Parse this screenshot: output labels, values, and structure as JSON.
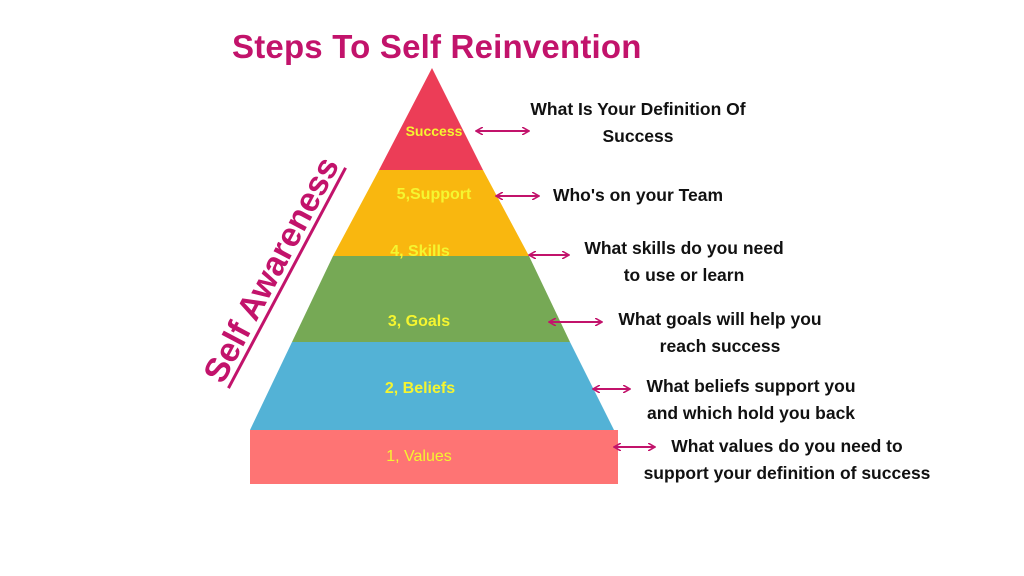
{
  "title": "Steps To Self Reinvention",
  "side_label": "Self Awareness",
  "colors": {
    "accent": "#c2136b",
    "tier_text": "#f5f530",
    "success": "#ec3d57",
    "support": "#f9b70f",
    "goals": "#76a955",
    "beliefs": "#53b2d6",
    "values": "#fe7474"
  },
  "tiers": [
    {
      "label": "Success",
      "description_line1": "What Is Your Definition Of",
      "description_line2": "Success"
    },
    {
      "label": "5,Support",
      "description_line1": "Who's on your Team"
    },
    {
      "label": "4, Skills",
      "description_line1": "What skills do you need",
      "description_line2": "to use or learn"
    },
    {
      "label": "3, Goals",
      "description_line1": "What goals will help you",
      "description_line2": "reach success"
    },
    {
      "label": "2, Beliefs",
      "description_line1": "What beliefs support you",
      "description_line2": "and which hold you back"
    },
    {
      "label": "1, Values",
      "description_line1": "What values do you need to",
      "description_line2": "support your definition of success"
    }
  ]
}
